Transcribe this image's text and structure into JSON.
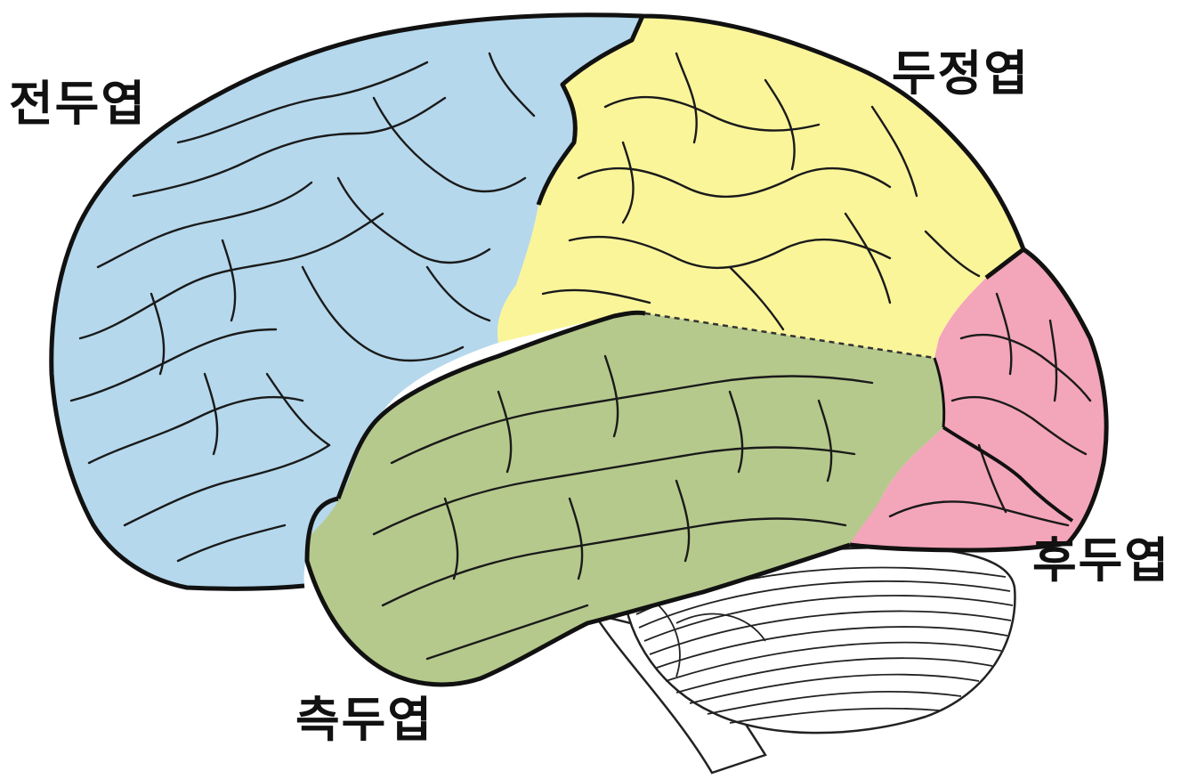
{
  "labels": {
    "frontal": "전두엽",
    "parietal": "두정엽",
    "occipital": "후두엽",
    "temporal": "측두엽"
  },
  "colors": {
    "frontal": "#b5d8ec",
    "parietal": "#fbf59a",
    "occipital": "#f3a5ba",
    "temporal": "#b5c98c",
    "cerebellum": "#ffffff",
    "outline": "#111111"
  }
}
